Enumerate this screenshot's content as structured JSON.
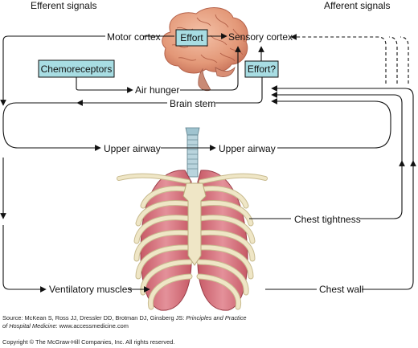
{
  "headers": {
    "efferent": "Efferent signals",
    "afferent": "Afferent signals"
  },
  "labels": {
    "motor_cortex": "Motor cortex",
    "effort": "Effort",
    "sensory_cortex": "Sensory cortex",
    "chemoreceptors": "Chemoreceptors",
    "effort_q": "Effort?",
    "air_hunger": "Air hunger",
    "brain_stem": "Brain stem",
    "upper_airway_left": "Upper airway",
    "upper_airway_right": "Upper airway",
    "chest_tightness": "Chest tightness",
    "ventilatory_muscles": "Ventilatory muscles",
    "chest_wall": "Chest wall"
  },
  "source": {
    "prefix": "Source: McKean S, Ross JJ, Dressler DD, Brotman DJ, Ginsberg JS: ",
    "title_1": "Principles and Practice",
    "title_2": "of Hospital Medicine",
    "suffix": ": www.accessmedicine.com",
    "copyright": "Copyright © The McGraw-Hill Companies, Inc. All rights reserved."
  },
  "colors": {
    "box_fill": "#a8dde3",
    "brain": "#e9a184",
    "lung": "#d9727d",
    "bone": "#efe6c6",
    "trachea": "#b9d4dd"
  },
  "illustrations": {
    "brain": "brain-illustration",
    "chest": "ribcage-lungs-illustration"
  }
}
